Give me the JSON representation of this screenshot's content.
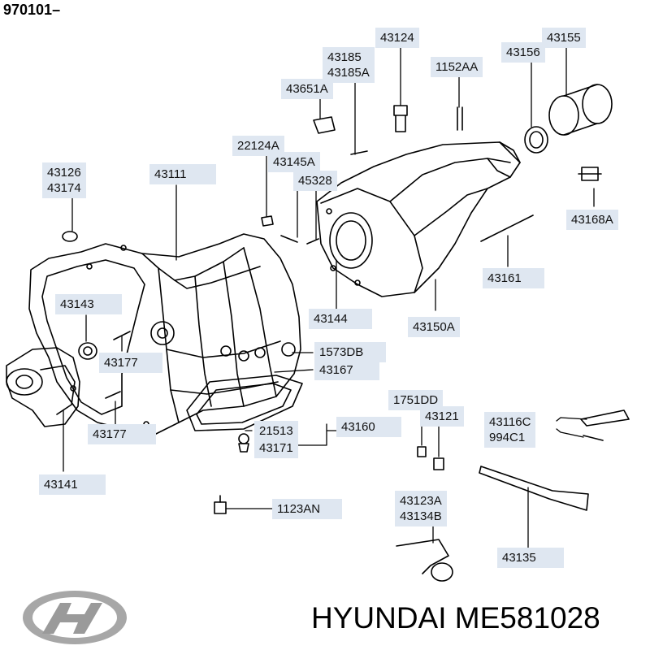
{
  "header": {
    "diagram_code": "970101–"
  },
  "footer": {
    "brand_text": "HYUNDAI ME581028",
    "logo": "hyundai-logo"
  },
  "parts": {
    "p43124": "43124",
    "p43185": "43185",
    "p43185a": "43185A",
    "p43651a": "43651A",
    "p1152aa": "1152AA",
    "p43156": "43156",
    "p43155": "43155",
    "p22124a": "22124A",
    "p43145a": "43145A",
    "p45328": "45328",
    "p43126": "43126",
    "p43174": "43174",
    "p43111": "43111",
    "p43168a": "43168A",
    "p43161": "43161",
    "p43143": "43143",
    "p43144": "43144",
    "p43150a": "43150A",
    "p43177a": "43177",
    "p1573db": "1573DB",
    "p43167": "43167",
    "p1751dd": "1751DD",
    "p43121": "43121",
    "p43116c": "43116C",
    "p994c1": "994C1",
    "p43177b": "43177",
    "p21513": "21513",
    "p43160": "43160",
    "p43171": "43171",
    "p43141": "43141",
    "p1123an": "1123AN",
    "p43123a": "43123A",
    "p43134b": "43134B",
    "p43135": "43135"
  }
}
